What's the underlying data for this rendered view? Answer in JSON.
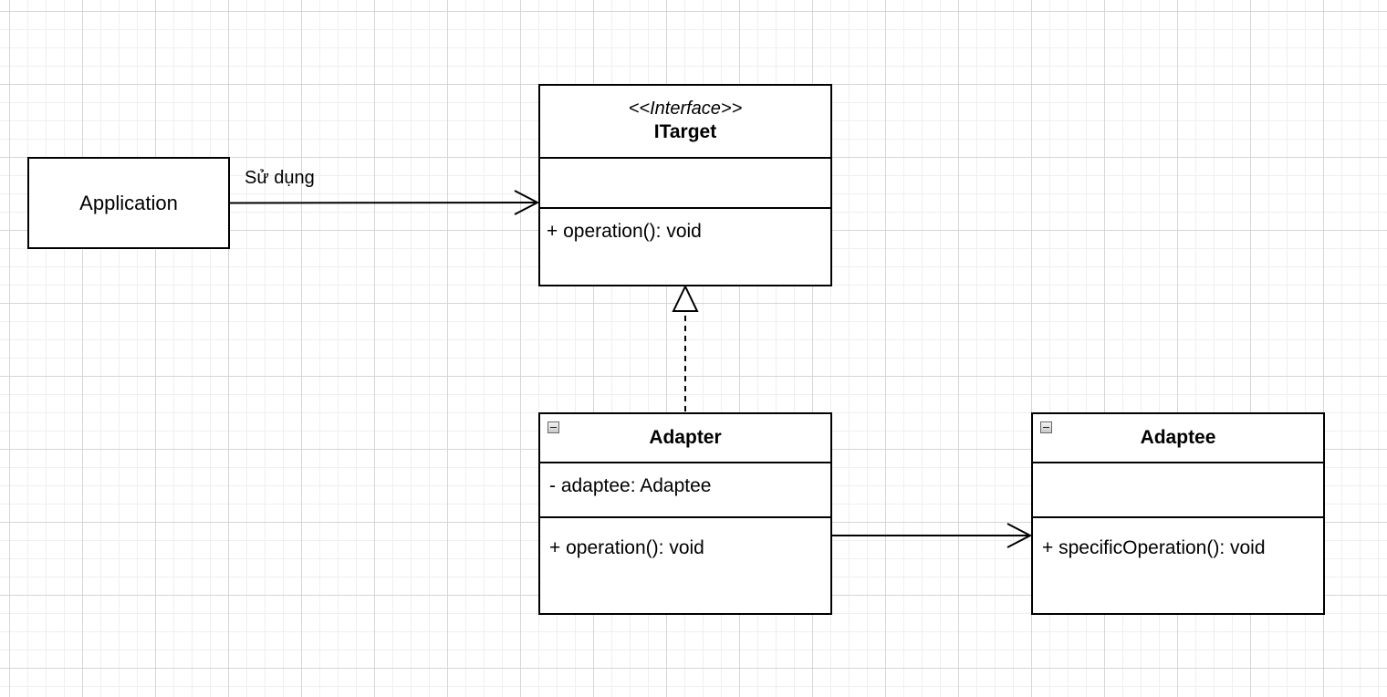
{
  "application": {
    "label": "Application"
  },
  "edges": {
    "uses_label": "Sử dụng"
  },
  "itarget": {
    "stereotype": "<<Interface>>",
    "name": "ITarget",
    "methods": [
      "+ operation(): void"
    ]
  },
  "adapter": {
    "name": "Adapter",
    "attributes": [
      "- adaptee: Adaptee"
    ],
    "methods": [
      "+ operation(): void"
    ]
  },
  "adaptee": {
    "name": "Adaptee",
    "methods": [
      "+ specificOperation(): void"
    ]
  }
}
